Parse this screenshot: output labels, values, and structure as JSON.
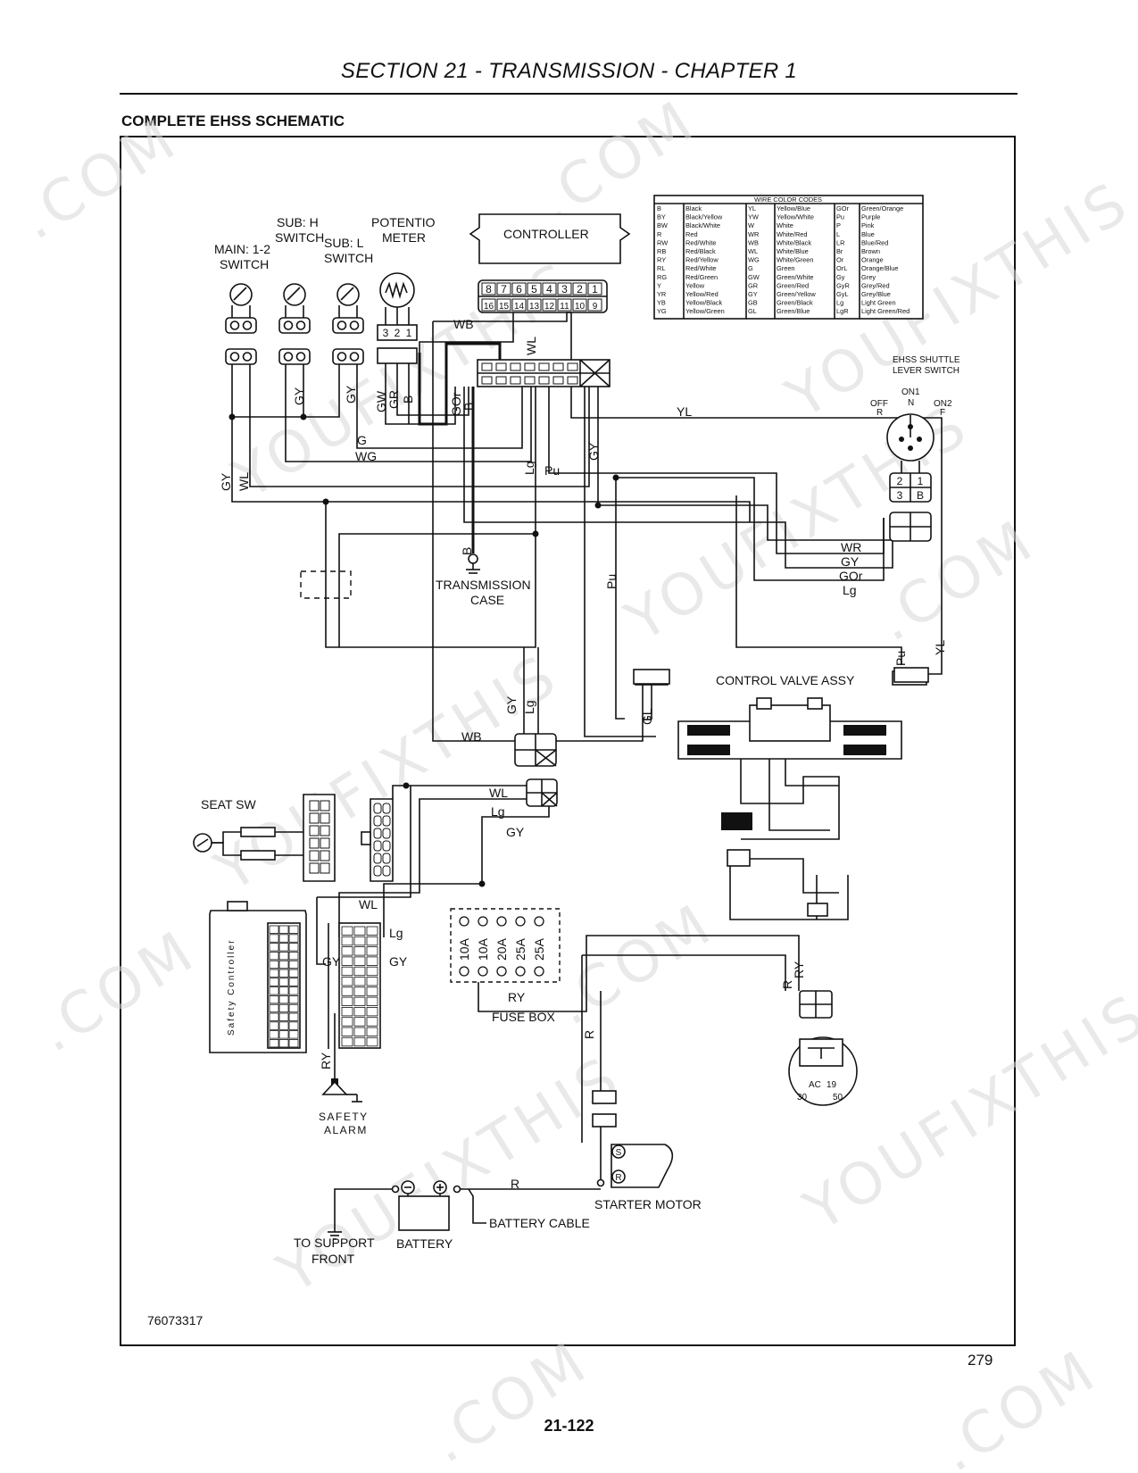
{
  "header": {
    "section_title": "SECTION 21 - TRANSMISSION - CHAPTER 1"
  },
  "subtitle": "COMPLETE EHSS SCHEMATIC",
  "components": {
    "main_switch": [
      "MAIN: 1-2",
      "SWITCH"
    ],
    "sub_h_switch": [
      "SUB: H",
      "SWITCH"
    ],
    "sub_l_switch": [
      "SUB: L",
      "SWITCH"
    ],
    "potentiometer": [
      "POTENTIO",
      "METER"
    ],
    "controller": "CONTROLLER",
    "controller_pins_top": [
      "8",
      "7",
      "6",
      "5",
      "4",
      "3",
      "2",
      "1"
    ],
    "controller_pins_bottom": [
      "16",
      "15",
      "14",
      "13",
      "12",
      "11",
      "10",
      "9"
    ],
    "pot_pins": [
      "3",
      "2",
      "1"
    ],
    "shuttle_switch": [
      "EHSS SHUTTLE",
      "LEVER SWITCH"
    ],
    "shuttle_positions": {
      "on1": "ON1",
      "n": "N",
      "off": "OFF",
      "r": "R",
      "on2": "ON2",
      "f": "F"
    },
    "shuttle_connector": [
      "2",
      "1",
      "3",
      "B"
    ],
    "transmission_case": [
      "TRANSMISSION",
      "CASE"
    ],
    "control_valve": "CONTROL VALVE ASSY",
    "seat_switch": "SEAT SW",
    "safety_controller": "Safety Controller",
    "safety_alarm": [
      "SAFETY",
      "ALARM"
    ],
    "fuse_box": "FUSE BOX",
    "fuses": [
      "10A",
      "10A",
      "20A",
      "25A",
      "25A"
    ],
    "key_switch_positions": [
      "AC",
      "19",
      "30",
      "50"
    ],
    "starter_motor": "STARTER MOTOR",
    "starter_terminals": [
      "S",
      "R"
    ],
    "battery_cable": "BATTERY CABLE",
    "battery": "BATTERY",
    "to_support_front": [
      "TO SUPPORT",
      "FRONT"
    ],
    "figure_number": "76073317"
  },
  "wire_labels": {
    "wb": "WB",
    "wl": "WL",
    "gy": "GY",
    "gw": "GW",
    "gr": "GR",
    "b": "B",
    "gor": "GOr",
    "g": "G",
    "wg": "WG",
    "lg": "Lg",
    "pu": "Pu",
    "yl": "YL",
    "wr": "WR",
    "gl": "GL",
    "ry": "RY",
    "r": "R"
  },
  "wire_color_codes": {
    "title": "WIRE COLOR CODES",
    "rows": [
      [
        "B",
        "Black",
        "YL",
        "Yellow/Blue",
        "GOr",
        "Green/Orange"
      ],
      [
        "BY",
        "Black/Yellow",
        "YW",
        "Yellow/White",
        "Pu",
        "Purple"
      ],
      [
        "BW",
        "Black/White",
        "W",
        "White",
        "P",
        "Pink"
      ],
      [
        "R",
        "Red",
        "WR",
        "White/Red",
        "L",
        "Blue"
      ],
      [
        "RW",
        "Red/White",
        "WB",
        "White/Black",
        "LR",
        "Blue/Red"
      ],
      [
        "RB",
        "Red/Black",
        "WL",
        "White/Blue",
        "Br",
        "Brown"
      ],
      [
        "RY",
        "Red/Yellow",
        "WG",
        "White/Green",
        "Or",
        "Orange"
      ],
      [
        "RL",
        "Red/White",
        "G",
        "Green",
        "OrL",
        "Orange/Blue"
      ],
      [
        "RG",
        "Red/Green",
        "GW",
        "Green/White",
        "Gy",
        "Grey"
      ],
      [
        "Y",
        "Yellow",
        "GR",
        "Green/Red",
        "GyR",
        "Grey/Red"
      ],
      [
        "YR",
        "Yellow/Red",
        "GY",
        "Green/Yellow",
        "GyL",
        "Grey/Blue"
      ],
      [
        "YB",
        "Yellow/Black",
        "GB",
        "Green/Black",
        "Lg",
        "Light Green"
      ],
      [
        "YG",
        "Yellow/Green",
        "GL",
        "Green/Blue",
        "LgR",
        "Light Green/Red"
      ]
    ]
  },
  "page_number": "279",
  "footer": "21-122",
  "watermark": {
    "text": "YOUFIXTHIS",
    "suffix": ".COM"
  }
}
